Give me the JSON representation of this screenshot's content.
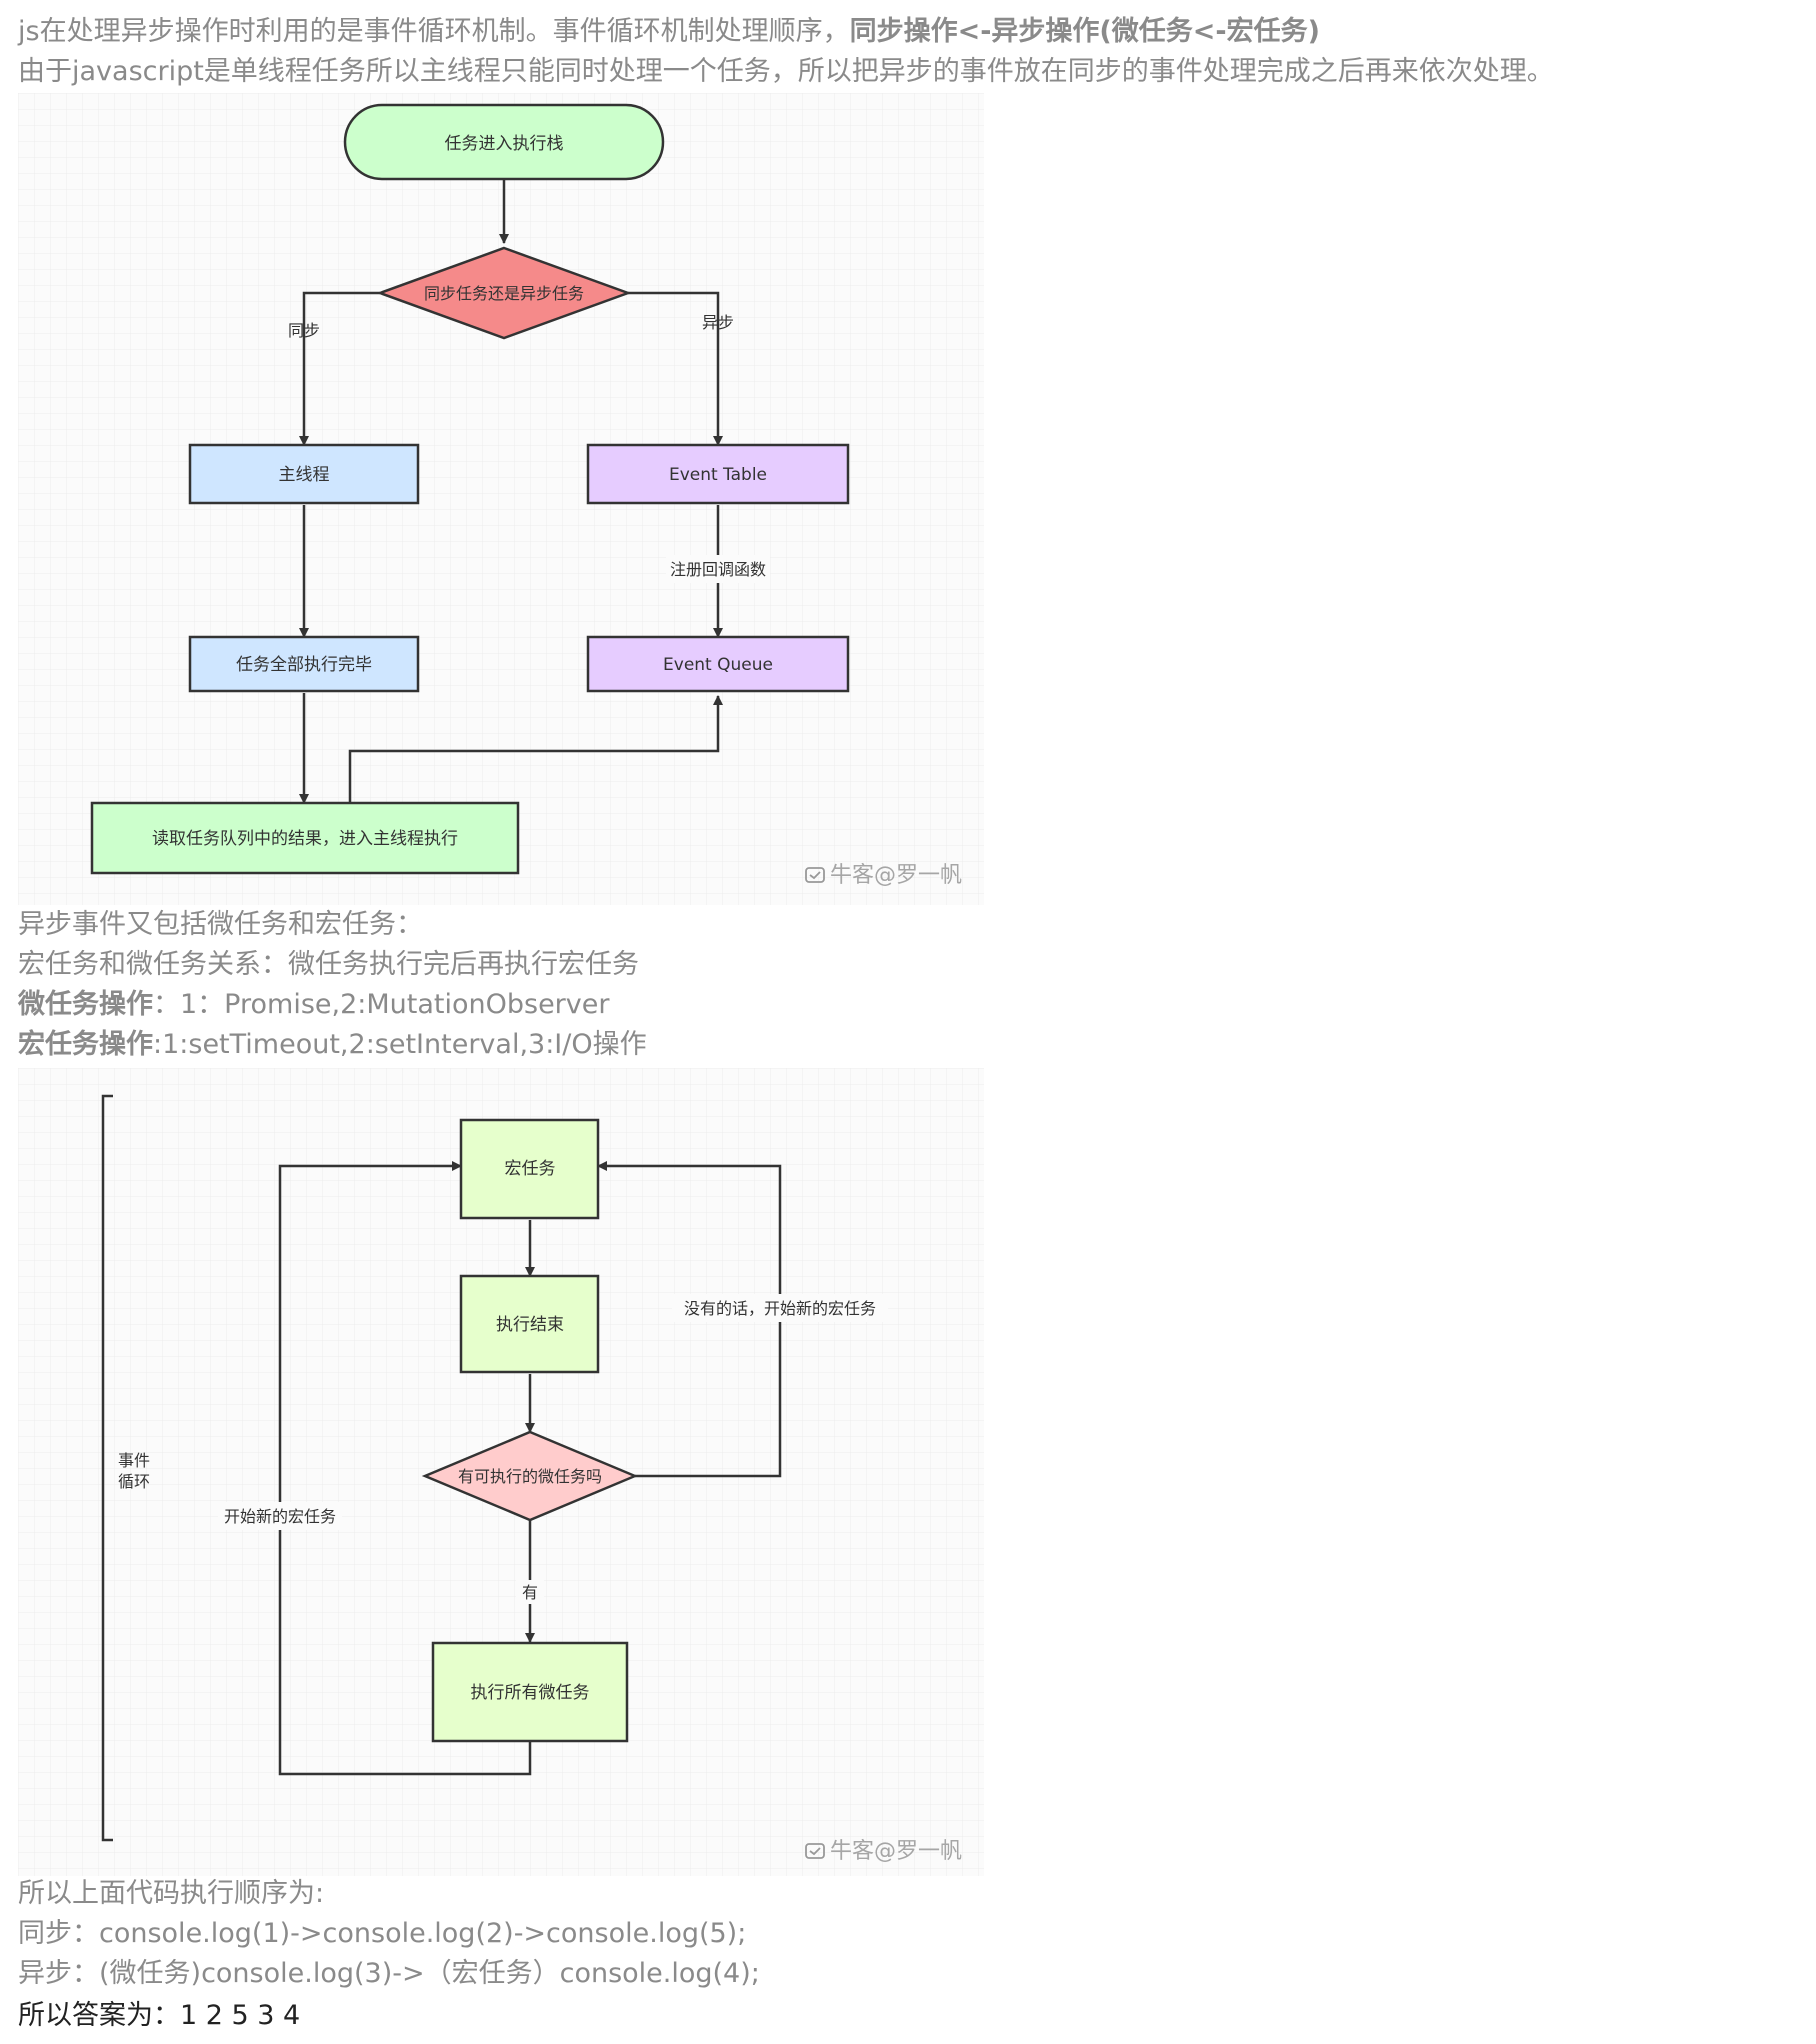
{
  "intro": {
    "line1_plain": "js在处理异步操作时利用的是事件循环机制。事件循环机制处理顺序，",
    "line1_bold": "同步操作<-异步操作(微任务<-宏任务)",
    "line2": "由于javascript是单线程任务所以主线程只能同时处理一个任务，所以把异步的事件放在同步的事件处理完成之后再来依次处理。"
  },
  "diagram1": {
    "start": "任务进入执行栈",
    "decision": "同步任务还是异步任务",
    "label_sync": "同步",
    "label_async": "异步",
    "main_thread": "主线程",
    "event_table": "Event Table",
    "register_callback": "注册回调函数",
    "all_done": "任务全部执行完毕",
    "event_queue": "Event Queue",
    "read_queue": "读取任务队列中的结果，进入主线程执行",
    "watermark": "牛客@罗一帆",
    "colors": {
      "start_fill": "#ccffcc",
      "decision_fill": "#f58a8a",
      "left_fill": "#cfe6ff",
      "right_fill": "#e6ccff",
      "bottom_fill": "#ccffcc"
    }
  },
  "middle": {
    "line1": "异步事件又包括微任务和宏任务：",
    "line2": "宏任务和微任务关系：微任务执行完后再执行宏任务",
    "line3_bold": "微任务操作",
    "line3_rest": "：1：Promise,2:MutationObserver",
    "line4_bold": "宏任务操作",
    "line4_rest": ":1:setTimeout,2:setInterval,3:I/O操作"
  },
  "diagram2": {
    "macro_task": "宏任务",
    "exec_end": "执行结束",
    "decision": "有可执行的微任务吗",
    "yes": "有",
    "exec_all_micro": "执行所有微任务",
    "no_new_macro": "没有的话，开始新的宏任务",
    "start_new_macro": "开始新的宏任务",
    "event_loop_1": "事件",
    "event_loop_2": "循环",
    "watermark": "牛客@罗一帆",
    "colors": {
      "box_fill": "#e6ffcc",
      "decision_fill": "#ffcccc"
    }
  },
  "conclusion": {
    "line1": "所以上面代码执行顺序为:",
    "line2": "同步：console.log(1)->console.log(2)->console.log(5);",
    "line3": "异步：(微任务)console.log(3)->（宏任务）console.log(4);",
    "line4": "所以答案为：1 2 5 3 4"
  }
}
